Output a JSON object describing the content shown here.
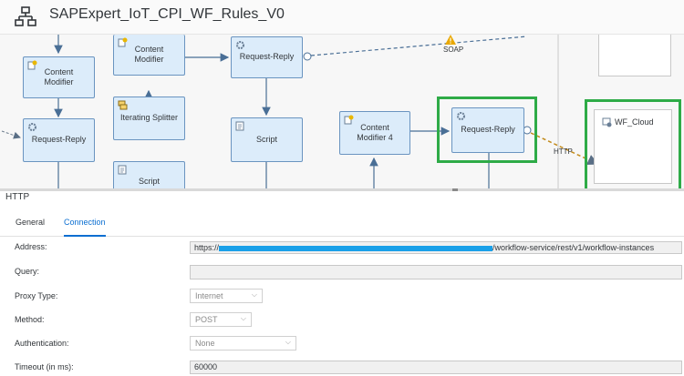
{
  "window": {
    "title": "SAPExpert_IoT_CPI_WF_Rules_V0",
    "icon": "network-hierarchy-icon"
  },
  "canvas": {
    "nodes": {
      "content_modifier_left": "Content Modifier",
      "request_reply_left": "Request-Reply",
      "content_modifier_mid": "Content Modifier",
      "iterating_splitter": "Iterating Splitter",
      "script_mid": "Script",
      "request_reply_top": "Request-Reply",
      "script_right": "Script",
      "content_modifier_4": "Content Modifier 4",
      "request_reply_http": "Request-Reply"
    },
    "receiver": "WF_Cloud",
    "connections": {
      "soap": "SOAP",
      "http": "HTTP"
    },
    "highlight_color": "#2eab47"
  },
  "properties": {
    "title": "HTTP",
    "tabs": [
      {
        "label": "General",
        "active": false
      },
      {
        "label": "Connection",
        "active": true
      }
    ],
    "fields": {
      "address": {
        "label": "Address:",
        "prefix": "https://",
        "suffix": "/workflow-service/rest/v1/workflow-instances"
      },
      "query": {
        "label": "Query:",
        "value": ""
      },
      "proxy_type": {
        "label": "Proxy Type:",
        "value": "Internet"
      },
      "method": {
        "label": "Method:",
        "value": "POST"
      },
      "authentication": {
        "label": "Authentication:",
        "value": "None"
      },
      "timeout": {
        "label": "Timeout (in ms):",
        "value": "60000"
      }
    }
  }
}
